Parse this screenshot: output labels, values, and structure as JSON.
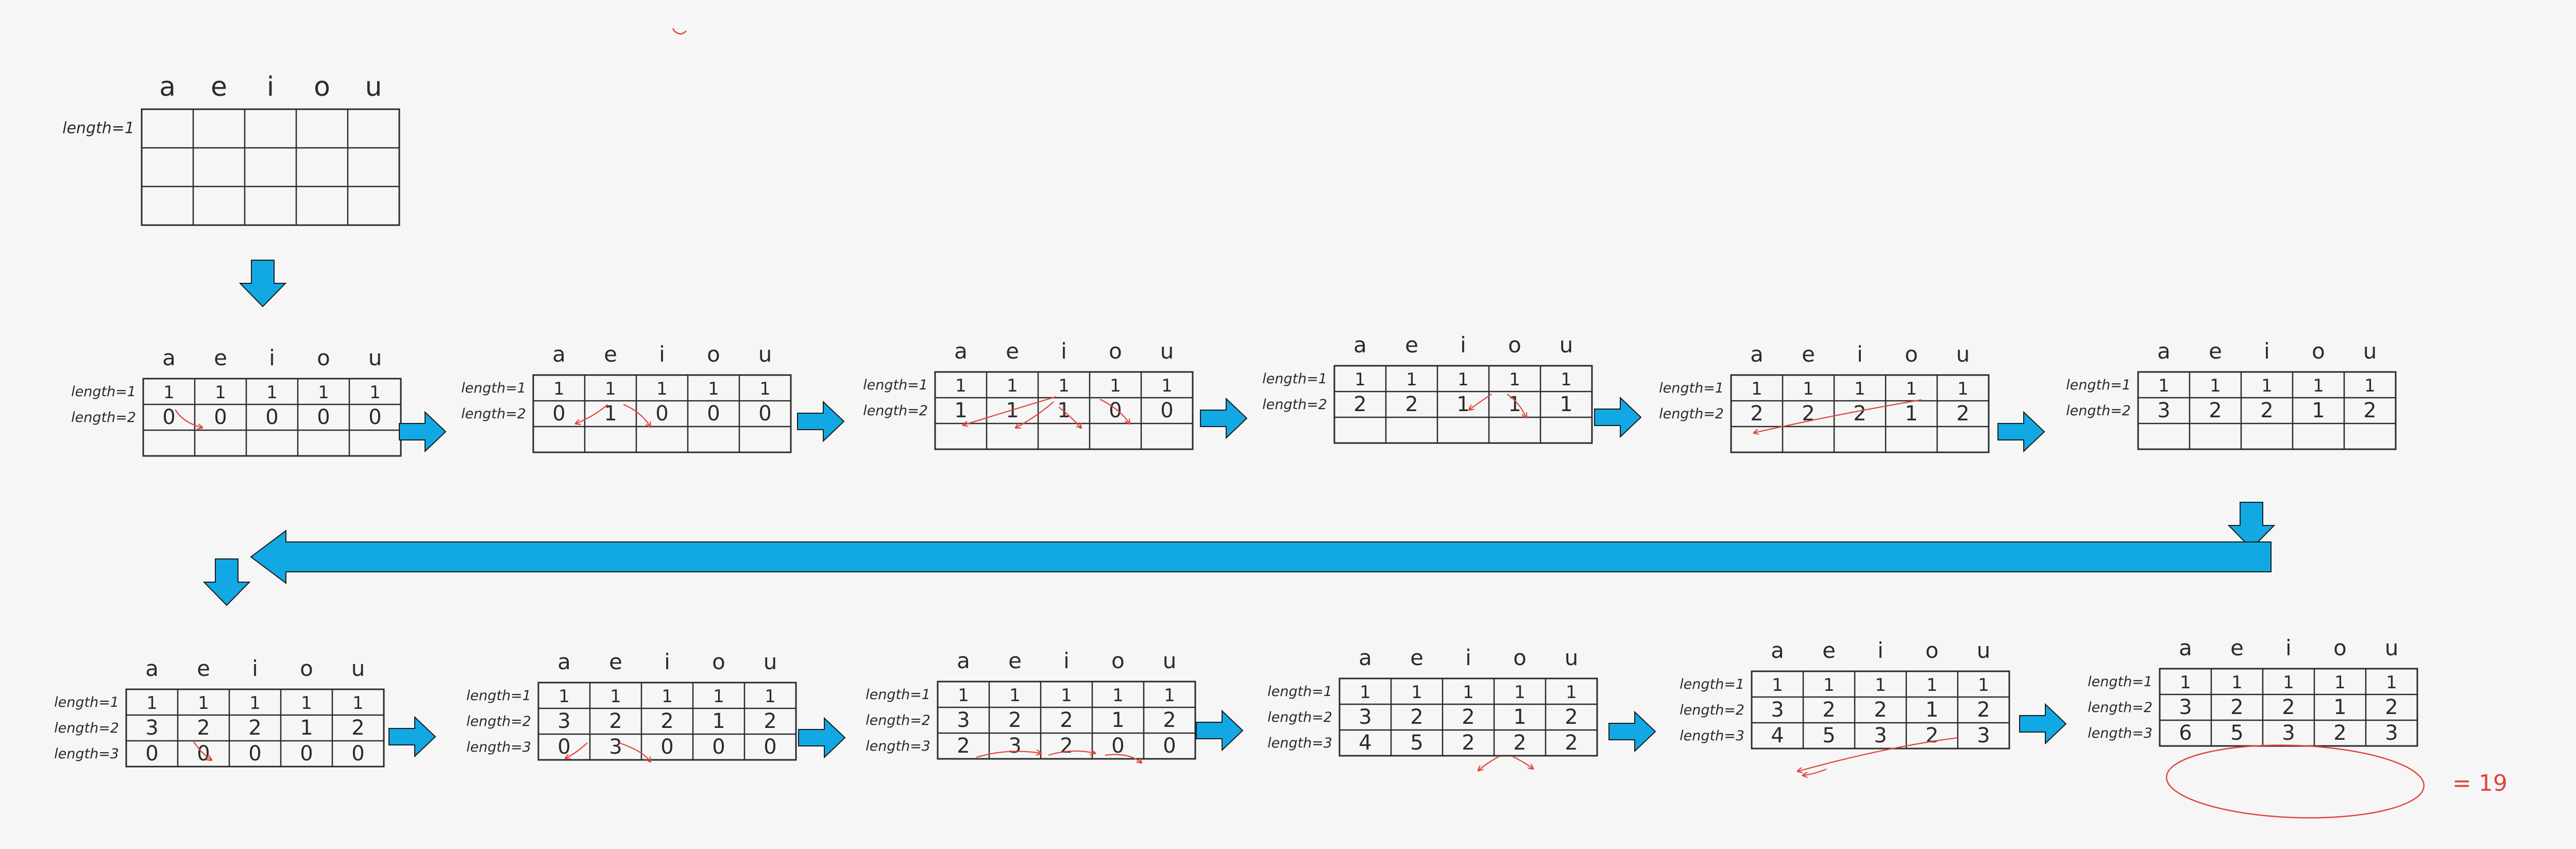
{
  "vowel_headers": [
    "a",
    "e",
    "i",
    "o",
    "u"
  ],
  "row_labels": [
    "length=1",
    "length=2",
    "length=3"
  ],
  "result_text": "= 19",
  "colors": {
    "arrow_fill": "#12a8e4",
    "arrow_stroke": "#1a1a1a",
    "annotation": "#e0443c",
    "ink": "#2b2b2b"
  },
  "tables": [
    {
      "id": "t0",
      "rows": [
        [
          "",
          "",
          "",
          "",
          ""
        ],
        [
          "",
          "",
          "",
          "",
          ""
        ],
        [
          "",
          "",
          "",
          "",
          ""
        ]
      ]
    },
    {
      "id": "t1",
      "rows": [
        [
          "1",
          "1",
          "1",
          "1",
          "1"
        ],
        [
          "0",
          "0",
          "0",
          "0",
          "0"
        ],
        [
          "",
          "",
          "",
          "",
          ""
        ]
      ]
    },
    {
      "id": "t2",
      "rows": [
        [
          "1",
          "1",
          "1",
          "1",
          "1"
        ],
        [
          "0",
          "1",
          "0",
          "0",
          "0"
        ],
        [
          "",
          "",
          "",
          "",
          ""
        ]
      ]
    },
    {
      "id": "t3",
      "rows": [
        [
          "1",
          "1",
          "1",
          "1",
          "1"
        ],
        [
          "1",
          "1",
          "1",
          "0",
          "0"
        ],
        [
          "",
          "",
          "",
          "",
          ""
        ]
      ]
    },
    {
      "id": "t4",
      "rows": [
        [
          "1",
          "1",
          "1",
          "1",
          "1"
        ],
        [
          "2",
          "2",
          "1",
          "1",
          "1"
        ],
        [
          "",
          "",
          "",
          "",
          ""
        ]
      ]
    },
    {
      "id": "t5",
      "rows": [
        [
          "1",
          "1",
          "1",
          "1",
          "1"
        ],
        [
          "2",
          "2",
          "2",
          "1",
          "2"
        ],
        [
          "",
          "",
          "",
          "",
          ""
        ]
      ]
    },
    {
      "id": "t6",
      "rows": [
        [
          "1",
          "1",
          "1",
          "1",
          "1"
        ],
        [
          "3",
          "2",
          "2",
          "1",
          "2"
        ],
        [
          "",
          "",
          "",
          "",
          ""
        ]
      ]
    },
    {
      "id": "t7",
      "rows": [
        [
          "1",
          "1",
          "1",
          "1",
          "1"
        ],
        [
          "3",
          "2",
          "2",
          "1",
          "2"
        ],
        [
          "0",
          "0",
          "0",
          "0",
          "0"
        ]
      ]
    },
    {
      "id": "t8",
      "rows": [
        [
          "1",
          "1",
          "1",
          "1",
          "1"
        ],
        [
          "3",
          "2",
          "2",
          "1",
          "2"
        ],
        [
          "0",
          "3",
          "0",
          "0",
          "0"
        ]
      ]
    },
    {
      "id": "t9",
      "rows": [
        [
          "1",
          "1",
          "1",
          "1",
          "1"
        ],
        [
          "3",
          "2",
          "2",
          "1",
          "2"
        ],
        [
          "2",
          "3",
          "2",
          "0",
          "0"
        ]
      ]
    },
    {
      "id": "t10",
      "rows": [
        [
          "1",
          "1",
          "1",
          "1",
          "1"
        ],
        [
          "3",
          "2",
          "2",
          "1",
          "2"
        ],
        [
          "4",
          "5",
          "2",
          "2",
          "2"
        ]
      ]
    },
    {
      "id": "t11",
      "rows": [
        [
          "1",
          "1",
          "1",
          "1",
          "1"
        ],
        [
          "3",
          "2",
          "2",
          "1",
          "2"
        ],
        [
          "4",
          "5",
          "3",
          "2",
          "3"
        ]
      ]
    },
    {
      "id": "t12",
      "rows": [
        [
          "1",
          "1",
          "1",
          "1",
          "1"
        ],
        [
          "3",
          "2",
          "2",
          "1",
          "2"
        ],
        [
          "6",
          "5",
          "3",
          "2",
          "3"
        ]
      ]
    }
  ]
}
